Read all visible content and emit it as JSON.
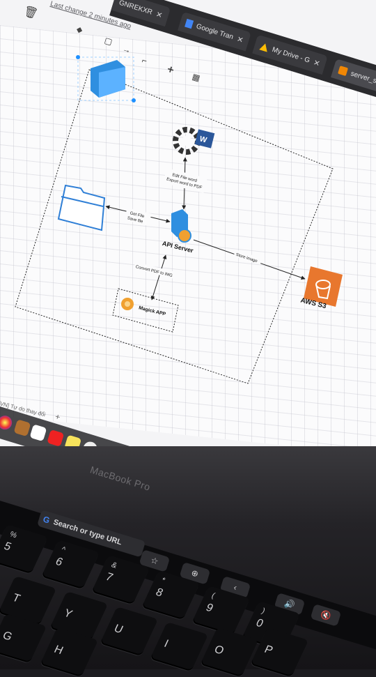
{
  "browser": {
    "tabs": [
      {
        "label": "GNREKXR",
        "icon": "generic-icon"
      },
      {
        "label": "Google Tran",
        "icon": "docs-icon"
      },
      {
        "label": "My Drive - G",
        "icon": "drive-icon"
      },
      {
        "label": "server_solut",
        "icon": "drawio-icon"
      }
    ]
  },
  "editor": {
    "last_change": "Last change 2 minutes ago",
    "page_tab": "[VN] Tự do thay đổi",
    "add_page": "+"
  },
  "diagram": {
    "nodes": {
      "api_server": "API Server",
      "aws_s3": "AWS S3",
      "magick_app": "Magick APP"
    },
    "edges": {
      "edit_file": "Edit File word",
      "export_pdf": "Export word to PDF",
      "get_file": "Get File",
      "save_file": "Save file",
      "store_image": "Store image",
      "convert": "Convert PDF to IMG"
    },
    "colors": {
      "aws_orange": "#e8772e",
      "server_blue": "#2f8fe0",
      "folder_blue": "#2f7fd6",
      "gear_dark": "#333333",
      "word_blue": "#2b579a"
    }
  },
  "laptop": {
    "brand": "MacBook Pro",
    "touchbar_search": "Search or type URL",
    "touchbar_google": "G",
    "touchbar_star": "☆"
  },
  "keys": [
    {
      "top": "%",
      "bottom": "5"
    },
    {
      "top": "^",
      "bottom": "6"
    },
    {
      "top": "&",
      "bottom": "7"
    },
    {
      "top": "*",
      "bottom": "8"
    },
    {
      "top": "(",
      "bottom": "9"
    },
    {
      "top": ")",
      "bottom": "0"
    },
    {
      "top": "",
      "bottom": "T"
    },
    {
      "top": "",
      "bottom": "Y"
    },
    {
      "top": "",
      "bottom": "U"
    },
    {
      "top": "",
      "bottom": "I"
    },
    {
      "top": "",
      "bottom": "O"
    },
    {
      "top": "",
      "bottom": "P"
    },
    {
      "top": "",
      "bottom": "G"
    },
    {
      "top": "",
      "bottom": "H"
    }
  ]
}
